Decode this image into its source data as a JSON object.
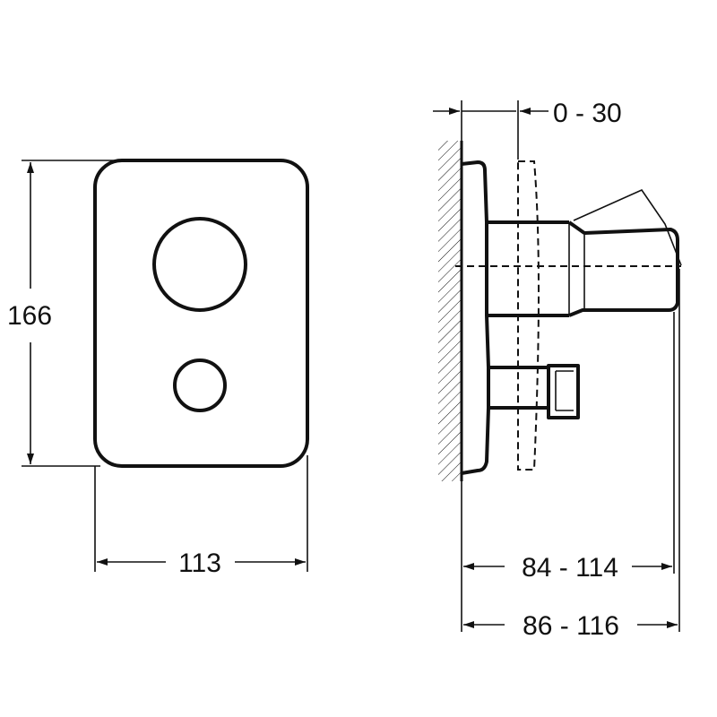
{
  "front_view": {
    "height_label": "166",
    "width_label": "113"
  },
  "side_view": {
    "adjust_label": "0 - 30",
    "depth_label_1": "84 - 114",
    "depth_label_2": "86 - 116"
  }
}
